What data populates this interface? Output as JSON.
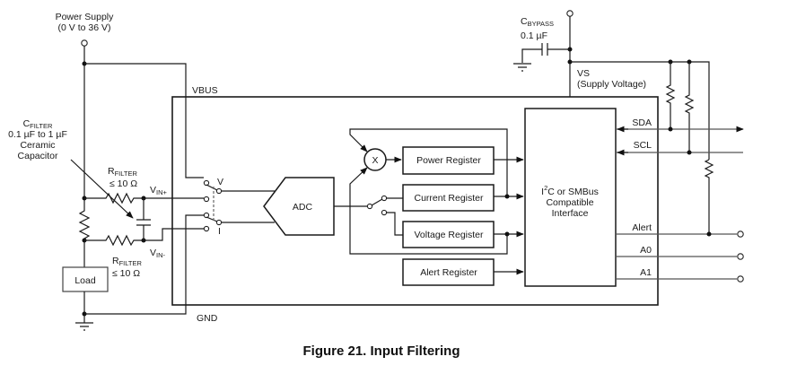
{
  "figure": {
    "caption": "Figure 21.  Input Filtering"
  },
  "power_supply": {
    "label": "Power Supply",
    "range": "(0 V to 36 V)"
  },
  "c_filter": {
    "symbol": "C",
    "subscript": "FILTER",
    "value": "0.1 µF to 1 µF",
    "type_line1": "Ceramic",
    "type_line2": "Capacitor"
  },
  "r_filter_top": {
    "symbol": "R",
    "subscript": "FILTER",
    "value": "≤ 10 Ω"
  },
  "r_filter_bottom": {
    "symbol": "R",
    "subscript": "FILTER",
    "value": "≤ 10 Ω"
  },
  "vin_plus": {
    "symbol": "V",
    "subscript": "IN+"
  },
  "vin_minus": {
    "symbol": "V",
    "subscript": "IN-"
  },
  "load": {
    "label": "Load"
  },
  "pins": {
    "vbus": "VBUS",
    "gnd": "GND",
    "vs": "VS",
    "vs_desc": "(Supply Voltage)"
  },
  "c_bypass": {
    "symbol": "C",
    "subscript": "BYPASS",
    "value": "0.1 µF"
  },
  "mux": {
    "v_label": "V",
    "i_label": "I"
  },
  "adc": {
    "label": "ADC"
  },
  "multiplier": {
    "label": "X"
  },
  "registers": [
    {
      "label": "Power Register"
    },
    {
      "label": "Current Register"
    },
    {
      "label": "Voltage Register"
    },
    {
      "label": "Alert Register"
    }
  ],
  "interface": {
    "line1_prefix": "I",
    "line1_sup": "2",
    "line1_rest": "C or SMBus",
    "line2": "Compatible",
    "line3": "Interface"
  },
  "signals": [
    {
      "label": "SDA"
    },
    {
      "label": "SCL"
    },
    {
      "label": "Alert"
    },
    {
      "label": "A0"
    },
    {
      "label": "A1"
    }
  ]
}
